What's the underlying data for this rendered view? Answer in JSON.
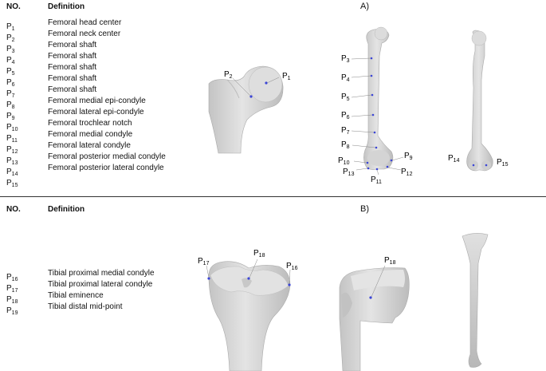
{
  "top_section": {
    "header_no": "NO.",
    "header_definition": "Definition",
    "panel_label": "A)",
    "landmarks": [
      {
        "p": "P",
        "n": "1",
        "definition": "Femoral head center"
      },
      {
        "p": "P",
        "n": "2",
        "definition": "Femoral neck center"
      },
      {
        "p": "P",
        "n": "3",
        "definition": "Femoral shaft"
      },
      {
        "p": "P",
        "n": "4",
        "definition": "Femoral shaft"
      },
      {
        "p": "P",
        "n": "5",
        "definition": "Femoral shaft"
      },
      {
        "p": "P",
        "n": "6",
        "definition": "Femoral shaft"
      },
      {
        "p": "P",
        "n": "7",
        "definition": "Femoral shaft"
      },
      {
        "p": "P",
        "n": "8",
        "definition": "Femoral medial epi-condyle"
      },
      {
        "p": "P",
        "n": "9",
        "definition": "Femoral lateral epi-condyle"
      },
      {
        "p": "P",
        "n": "10",
        "definition": "Femoral trochlear notch"
      },
      {
        "p": "P",
        "n": "11",
        "definition": "Femoral medial condyle"
      },
      {
        "p": "P",
        "n": "12",
        "definition": "Femoral lateral condyle"
      },
      {
        "p": "P",
        "n": "13",
        "definition": "Femoral posterior medial condyle"
      },
      {
        "p": "P",
        "n": "14",
        "definition": "Femoral posterior lateral condyle"
      },
      {
        "p": "P",
        "n": "15",
        "definition": ""
      }
    ]
  },
  "bottom_section": {
    "header_no": "NO.",
    "header_definition": "Definition",
    "panel_label": "B)",
    "landmarks": [
      {
        "p": "P",
        "n": "16",
        "definition": "Tibial proximal medial condyle"
      },
      {
        "p": "P",
        "n": "17",
        "definition": "Tibial proximal lateral condyle"
      },
      {
        "p": "P",
        "n": "18",
        "definition": "Tibial eminence"
      },
      {
        "p": "P",
        "n": "19",
        "definition": "Tibial distal mid-point"
      }
    ]
  },
  "figure_labels": {
    "head_p2": "2",
    "head_p1": "1",
    "fem_p3": "3",
    "fem_p4": "4",
    "fem_p5": "5",
    "fem_p6": "6",
    "fem_p7": "7",
    "fem_p8": "8",
    "fem_p9": "9",
    "fem_p10": "10",
    "fem_p11": "11",
    "fem_p12": "12",
    "fem_p13": "13",
    "post_p14": "14",
    "post_p15": "15",
    "tib_p17": "17",
    "tib_p18": "18",
    "tib_p16": "16",
    "side_p18": "18"
  },
  "colors": {
    "bone": "#d9d9d9",
    "bone_shade": "#bdbdbd",
    "landmark": "#3b45d6"
  }
}
